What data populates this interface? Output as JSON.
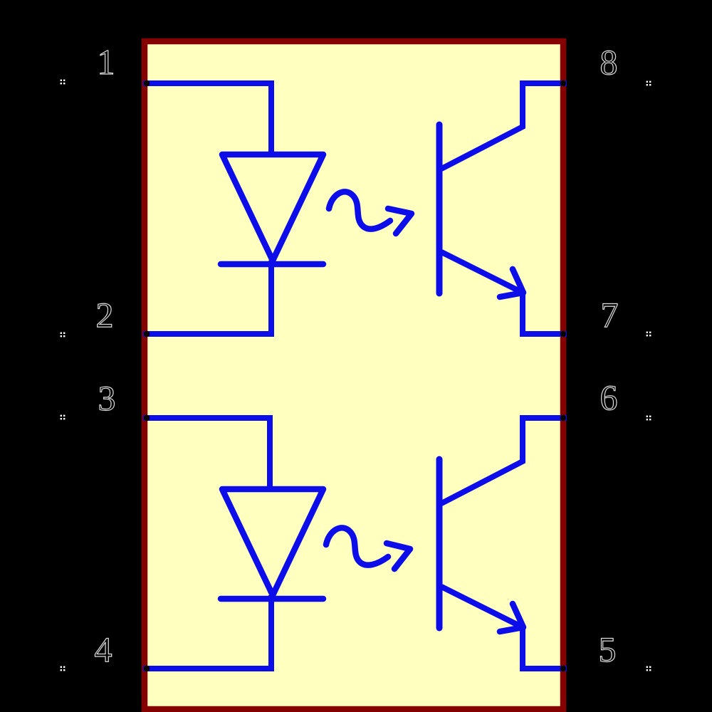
{
  "colors": {
    "background": "#000000",
    "body_fill": "#FFFFC0",
    "body_outline": "#850000",
    "wire_color": "#0D0DE9",
    "pin_number_color": "#DCDCDC",
    "marker_color": "#FFFFFF",
    "pin_dot_color": "#000000"
  },
  "pins": [
    {
      "number": "1",
      "side": "left"
    },
    {
      "number": "2",
      "side": "left"
    },
    {
      "number": "3",
      "side": "left"
    },
    {
      "number": "4",
      "side": "left"
    },
    {
      "number": "8",
      "side": "right"
    },
    {
      "number": "7",
      "side": "right"
    },
    {
      "number": "6",
      "side": "right"
    },
    {
      "number": "5",
      "side": "right"
    }
  ]
}
